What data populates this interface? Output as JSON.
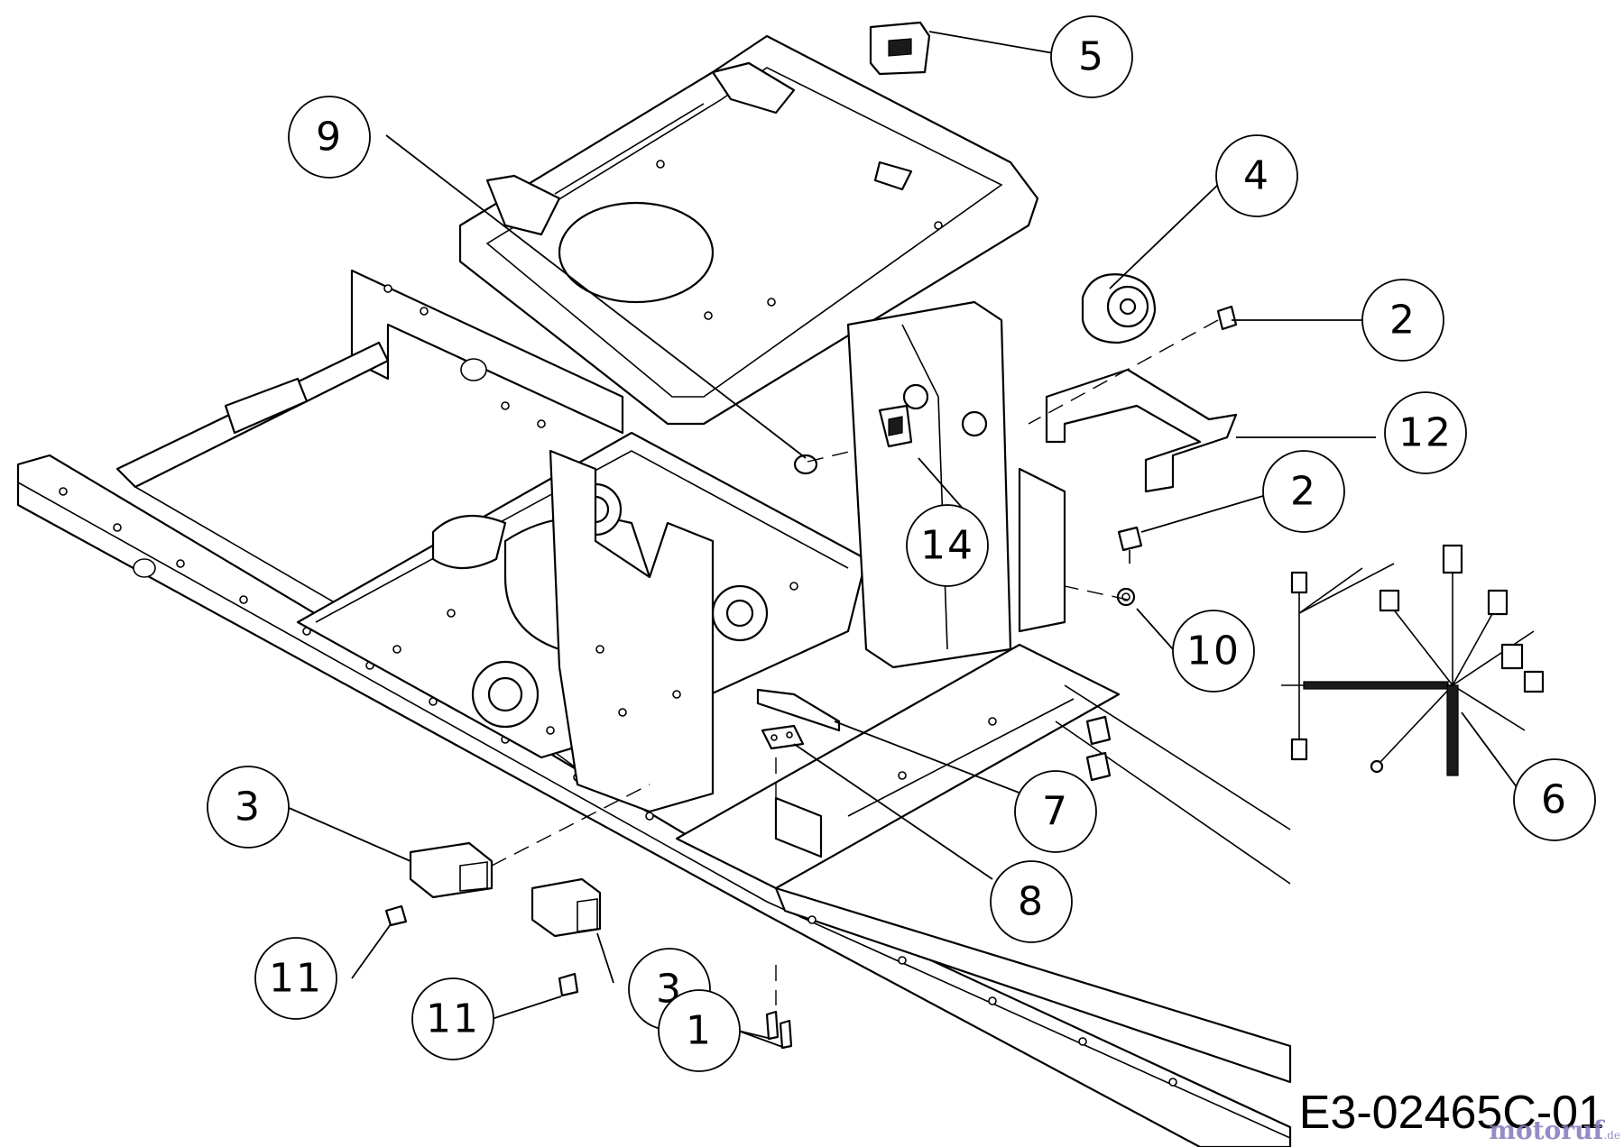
{
  "drawing": {
    "reference_code": "E3-02465C-01",
    "watermark": "motoruf",
    "watermark_suffix": ".de"
  },
  "callouts": [
    {
      "label": "1"
    },
    {
      "label": "2"
    },
    {
      "label": "2"
    },
    {
      "label": "3"
    },
    {
      "label": "3"
    },
    {
      "label": "4"
    },
    {
      "label": "5"
    },
    {
      "label": "6"
    },
    {
      "label": "7"
    },
    {
      "label": "8"
    },
    {
      "label": "9"
    },
    {
      "label": "10"
    },
    {
      "label": "11"
    },
    {
      "label": "11"
    },
    {
      "label": "12"
    },
    {
      "label": "14"
    }
  ]
}
